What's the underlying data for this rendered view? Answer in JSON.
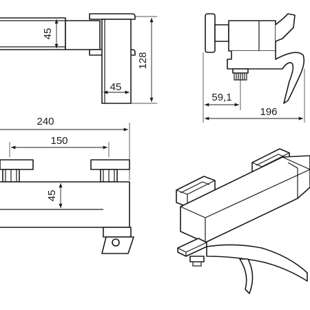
{
  "dimensions": {
    "top_height": "45",
    "side_height": "128",
    "bottom_width": "45",
    "offset": "59,1",
    "projection": "196",
    "overall_width": "240",
    "center_distance": "150",
    "front_height": "45"
  },
  "colors": {
    "line": "#1a1a1a",
    "background": "#ffffff"
  }
}
